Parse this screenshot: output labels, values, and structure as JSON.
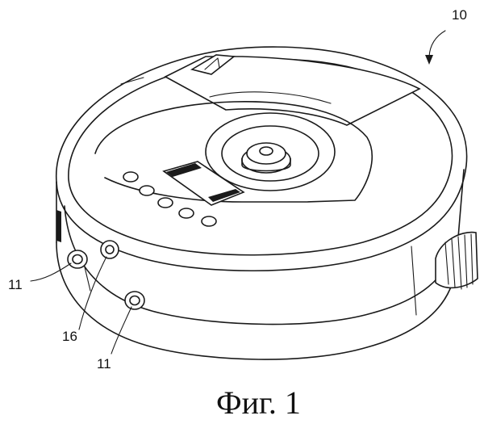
{
  "figure": {
    "caption": "Фиг. 1",
    "labels": {
      "device": "10",
      "button_left": "11",
      "button_bottom": "11",
      "jack": "16"
    }
  },
  "colors": {
    "ink": "#1a1a1a",
    "background": "#ffffff"
  }
}
